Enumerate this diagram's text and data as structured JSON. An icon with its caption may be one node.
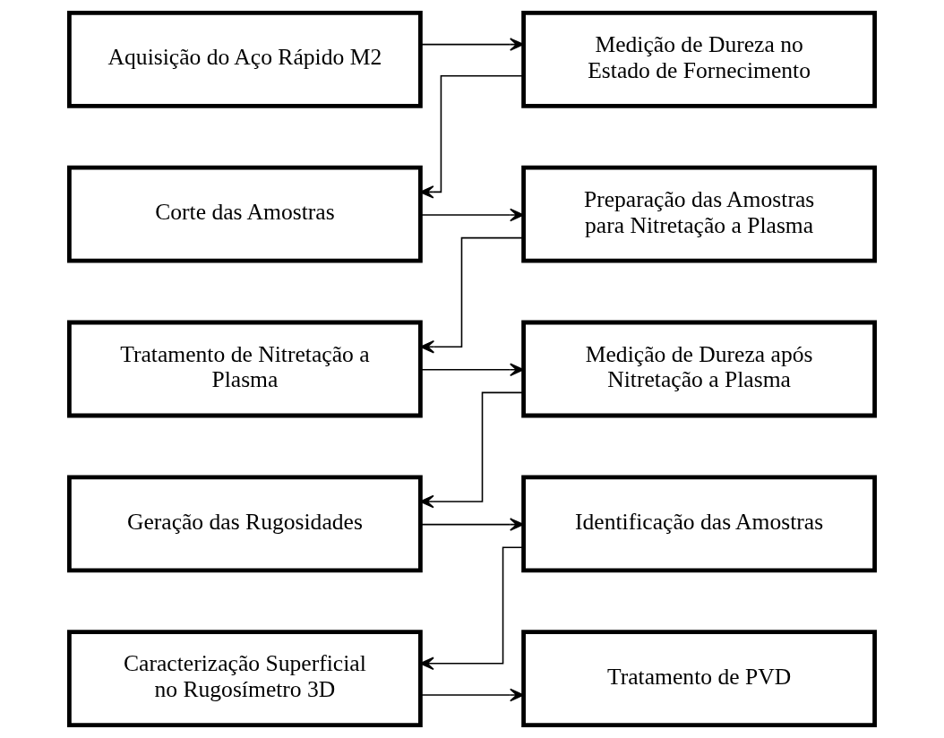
{
  "diagram": {
    "nodes": [
      {
        "text": [
          "Aquisição do Aço Rápido M2"
        ]
      },
      {
        "text": [
          "Medição de Dureza no Estado de Fornecimento"
        ]
      },
      {
        "text": [
          "Corte das Amostras"
        ]
      },
      {
        "text": [
          "Preparação das Amostras para Nitretação a Plasma"
        ]
      },
      {
        "text": [
          "Tratamento de Nitretação a Plasma"
        ]
      },
      {
        "text": [
          "Medição de Dureza após Nitretação a Plasma"
        ]
      },
      {
        "text": [
          "Geração das Rugosidades"
        ]
      },
      {
        "text": [
          "Identificação das Amostras"
        ]
      },
      {
        "text": [
          "Caracterização Superficial no Rugosímetro 3D"
        ]
      },
      {
        "text": [
          "Tratamento de PVD"
        ]
      }
    ],
    "edges": [
      {
        "from": 0,
        "to": 1,
        "arrow": "to"
      },
      {
        "from": 1,
        "to": 2,
        "arrow": "to"
      },
      {
        "from": 2,
        "to": 3,
        "arrow": "to"
      },
      {
        "from": 3,
        "to": 4,
        "arrow": "to"
      },
      {
        "from": 4,
        "to": 5,
        "arrow": "to"
      },
      {
        "from": 5,
        "to": 6,
        "arrow": "to"
      },
      {
        "from": 6,
        "to": 7,
        "arrow": "to"
      },
      {
        "from": 7,
        "to": 8,
        "arrow": "to"
      },
      {
        "from": 8,
        "to": 9,
        "arrow": "to"
      }
    ]
  }
}
